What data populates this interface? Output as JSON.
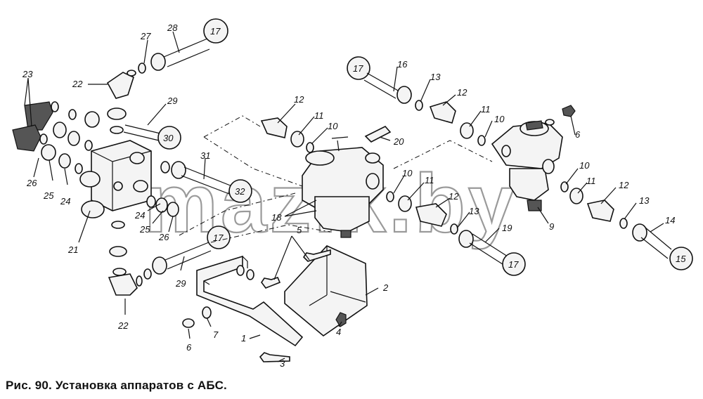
{
  "caption": "Рис. 90. Установка аппаратов с АБС.",
  "watermark": "mazik.by",
  "labels": {
    "l1": "1",
    "l2": "2",
    "l3": "3",
    "l4": "4",
    "l5": "5",
    "l6a": "6",
    "l6b": "6",
    "l7": "7",
    "l9": "9",
    "l10a": "10",
    "l10b": "10",
    "l10c": "10",
    "l10d": "10",
    "l11a": "11",
    "l11b": "11",
    "l11c": "11",
    "l11d": "11",
    "l12a": "12",
    "l12b": "12",
    "l12c": "12",
    "l12d": "12",
    "l13a": "13",
    "l13b": "13",
    "l13c": "13",
    "l14": "14",
    "l16": "16",
    "l18": "18",
    "l19": "19",
    "l20": "20",
    "l21": "21",
    "l22a": "22",
    "l22b": "22",
    "l23": "23",
    "l24a": "24",
    "l24b": "24",
    "l25a": "25",
    "l25b": "25",
    "l26a": "26",
    "l26b": "26",
    "l27": "27",
    "l28": "28",
    "l29a": "29",
    "l29b": "29",
    "l31": "31"
  },
  "circles": {
    "c17a": "17",
    "c17b": "17",
    "c17c": "17",
    "c17d": "17",
    "c30": "30",
    "c32": "32",
    "c15": "15"
  },
  "colors": {
    "ink": "#111111",
    "watermark": "#9a9a9a",
    "background": "#ffffff"
  }
}
